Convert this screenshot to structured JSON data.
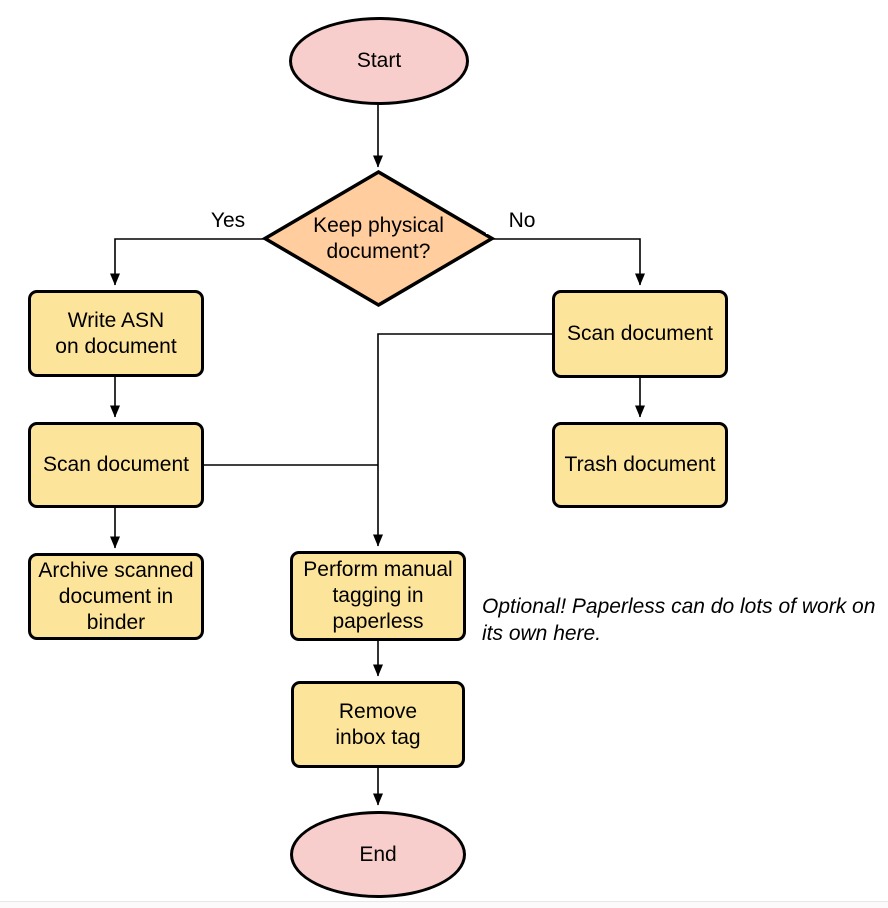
{
  "colors": {
    "canvas_bg": "#ffffff",
    "terminal_fill": "#F8CECC",
    "decision_fill": "#FFCD9E",
    "process_fill": "#FCE49B",
    "stroke_color": "#000000",
    "text_color": "#000000"
  },
  "nodes": {
    "start": {
      "label": "Start",
      "type": "terminal"
    },
    "decision": {
      "label": "Keep physical\ndocument?",
      "type": "decision"
    },
    "write_asn": {
      "label": "Write ASN\non document",
      "type": "process"
    },
    "scan_left": {
      "label": "Scan document",
      "type": "process"
    },
    "archive": {
      "label": "Archive scanned\ndocument in\nbinder",
      "type": "process"
    },
    "scan_right": {
      "label": "Scan document",
      "type": "process"
    },
    "trash": {
      "label": "Trash document",
      "type": "process"
    },
    "tagging": {
      "label": "Perform manual\ntagging in\npaperless",
      "type": "process"
    },
    "remove_inbox": {
      "label": "Remove\ninbox tag",
      "type": "process"
    },
    "end": {
      "label": "End",
      "type": "terminal"
    }
  },
  "edge_labels": {
    "yes": "Yes",
    "no": "No"
  },
  "annotation": {
    "text": "Optional! Paperless can do lots of work on\nits own here."
  }
}
